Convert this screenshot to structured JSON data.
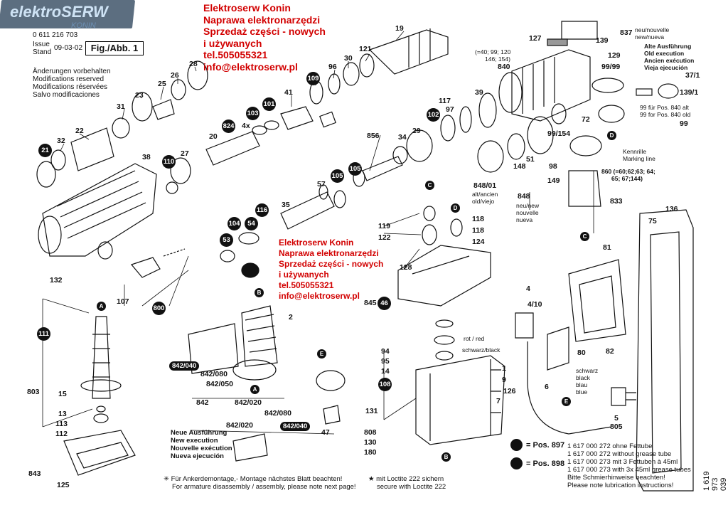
{
  "logo": {
    "brand": "elektroSERW",
    "city": "KONIN"
  },
  "header": {
    "part_number": "0 611 216 703",
    "issue_label": "Issue",
    "stand_label": "Stand",
    "date": "09-03-02",
    "figure": "Fig./Abb. 1",
    "changes": [
      "Änderungen vorbehalten",
      "Modifications reserved",
      "Modifications réservées",
      "Salvo modificaciones"
    ]
  },
  "watermark_top": [
    "Elektroserw Konin",
    "Naprawa elektronarzędzi",
    "Sprzedaż części - nowych",
    "i używanych",
    "tel.505055321",
    "info@elektroserw.pl"
  ],
  "watermark_mid": [
    "Elektroserw Konin",
    "Naprawa elektronarzędzi",
    "Sprzedaż części - nowych",
    "i używanych",
    "tel.505055321",
    "info@elektroserw.pl"
  ],
  "labels": {
    "l19": "19",
    "l121": "121",
    "l30": "30",
    "l96": "96",
    "l41": "41",
    "l28": "28",
    "l26": "26",
    "l25": "25",
    "l23": "23",
    "l31": "31",
    "l22": "22",
    "l32": "32",
    "l38": "38",
    "l27": "27",
    "l20": "20",
    "l4x": "4x",
    "l856": "856",
    "l34": "34",
    "l29": "29",
    "l117": "117",
    "l39": "39",
    "l97": "97",
    "l57": "57",
    "l35": "35",
    "l132": "132",
    "l107": "107",
    "l127": "127",
    "l840": "840",
    "l129": "129",
    "l9999": "99/99",
    "l72": "72",
    "l99154": "99/154",
    "l148": "148",
    "l51": "51",
    "l98": "98",
    "l149": "149",
    "l848": "848",
    "l84801": "848/01",
    "l833": "833",
    "l136": "136",
    "l75": "75",
    "l81": "81",
    "l82": "82",
    "l837": "837",
    "l139": "139",
    "l371": "37/1",
    "l1391": "139/1",
    "l99": "99",
    "l119": "119",
    "l122": "122",
    "l118a": "118",
    "l118b": "118",
    "l124": "124",
    "l128": "128",
    "l845": "845",
    "l94": "94",
    "l95": "95",
    "l14": "14",
    "l9": "9",
    "l131": "131",
    "l808": "808",
    "l130": "130",
    "l180": "180",
    "l7": "7",
    "l126": "126",
    "l1": "1",
    "l2": "2",
    "l842080a": "842/080",
    "l842050": "842/050",
    "l842": "842",
    "l842020a": "842/020",
    "l842080b": "842/080",
    "l842020b": "842/020",
    "l47": "47",
    "l803": "803",
    "l15": "15",
    "l13": "13",
    "l113": "113",
    "l112": "112",
    "l843": "843",
    "l125": "125",
    "l4": "4",
    "l410": "4/10",
    "l80": "80",
    "l6": "6",
    "l5": "5",
    "l805": "805"
  },
  "refs": [
    "21",
    "110",
    "109",
    "103",
    "101",
    "824",
    "105",
    "102",
    "116",
    "104",
    "54",
    "53",
    "105",
    "46",
    "108",
    "111",
    "800"
  ],
  "boxes": [
    "842/040",
    "842/040"
  ],
  "legend_right": {
    "new": [
      "neu/nouvelle",
      "new/nueva"
    ],
    "old": [
      "Alte Ausführung",
      "Old execution",
      "Ancien exécution",
      "Vieja ejecución"
    ],
    "pos840": [
      "99 für Pos. 840 alt",
      "99 for Pos. 840 old"
    ],
    "mark": [
      "Kennrille",
      "Marking line"
    ],
    "range860": [
      "860 (=60;62;63; 64;",
      "65; 67;144)"
    ],
    "range840": [
      "(=40; 99; 120",
      "146; 154)"
    ],
    "alt": [
      "alt/ancien",
      "old/viejo"
    ],
    "neu": [
      "neu/new",
      "nouvelle",
      "nueva"
    ],
    "rot": "rot / red",
    "schwarz": "schwarz/black",
    "wires": [
      "schwarz",
      "black",
      "blau",
      "blue"
    ]
  },
  "new_execution": [
    "Neue Ausführung",
    "New execution",
    "Nouvelle exécution",
    "Nueva ejecución"
  ],
  "footnotes": {
    "armature": [
      "Für Ankerdemontage,- Montage nächstes Blatt beachten!",
      "For armature disassembly / assembly, please note next page!"
    ],
    "loctite": [
      "mit Loctite 222 sichern",
      "secure with Loctite 222"
    ],
    "pos897": "= Pos. 897",
    "pos898": "= Pos. 898",
    "grease": [
      "1 617 000 272 ohne Fettube",
      "1 617 000 272 without grease tube",
      "1 617 000 273 mit 3 Fettuben à 45ml",
      "1 617 000 273 with 3x 45ml grease tubes",
      "Bitte Schmierhinweise beachten!",
      "Please note lubrication instructions!"
    ]
  },
  "drawing_code": "1 619 973 039",
  "letters": [
    "A",
    "A",
    "B",
    "B",
    "C",
    "C",
    "D",
    "D",
    "E",
    "E"
  ]
}
